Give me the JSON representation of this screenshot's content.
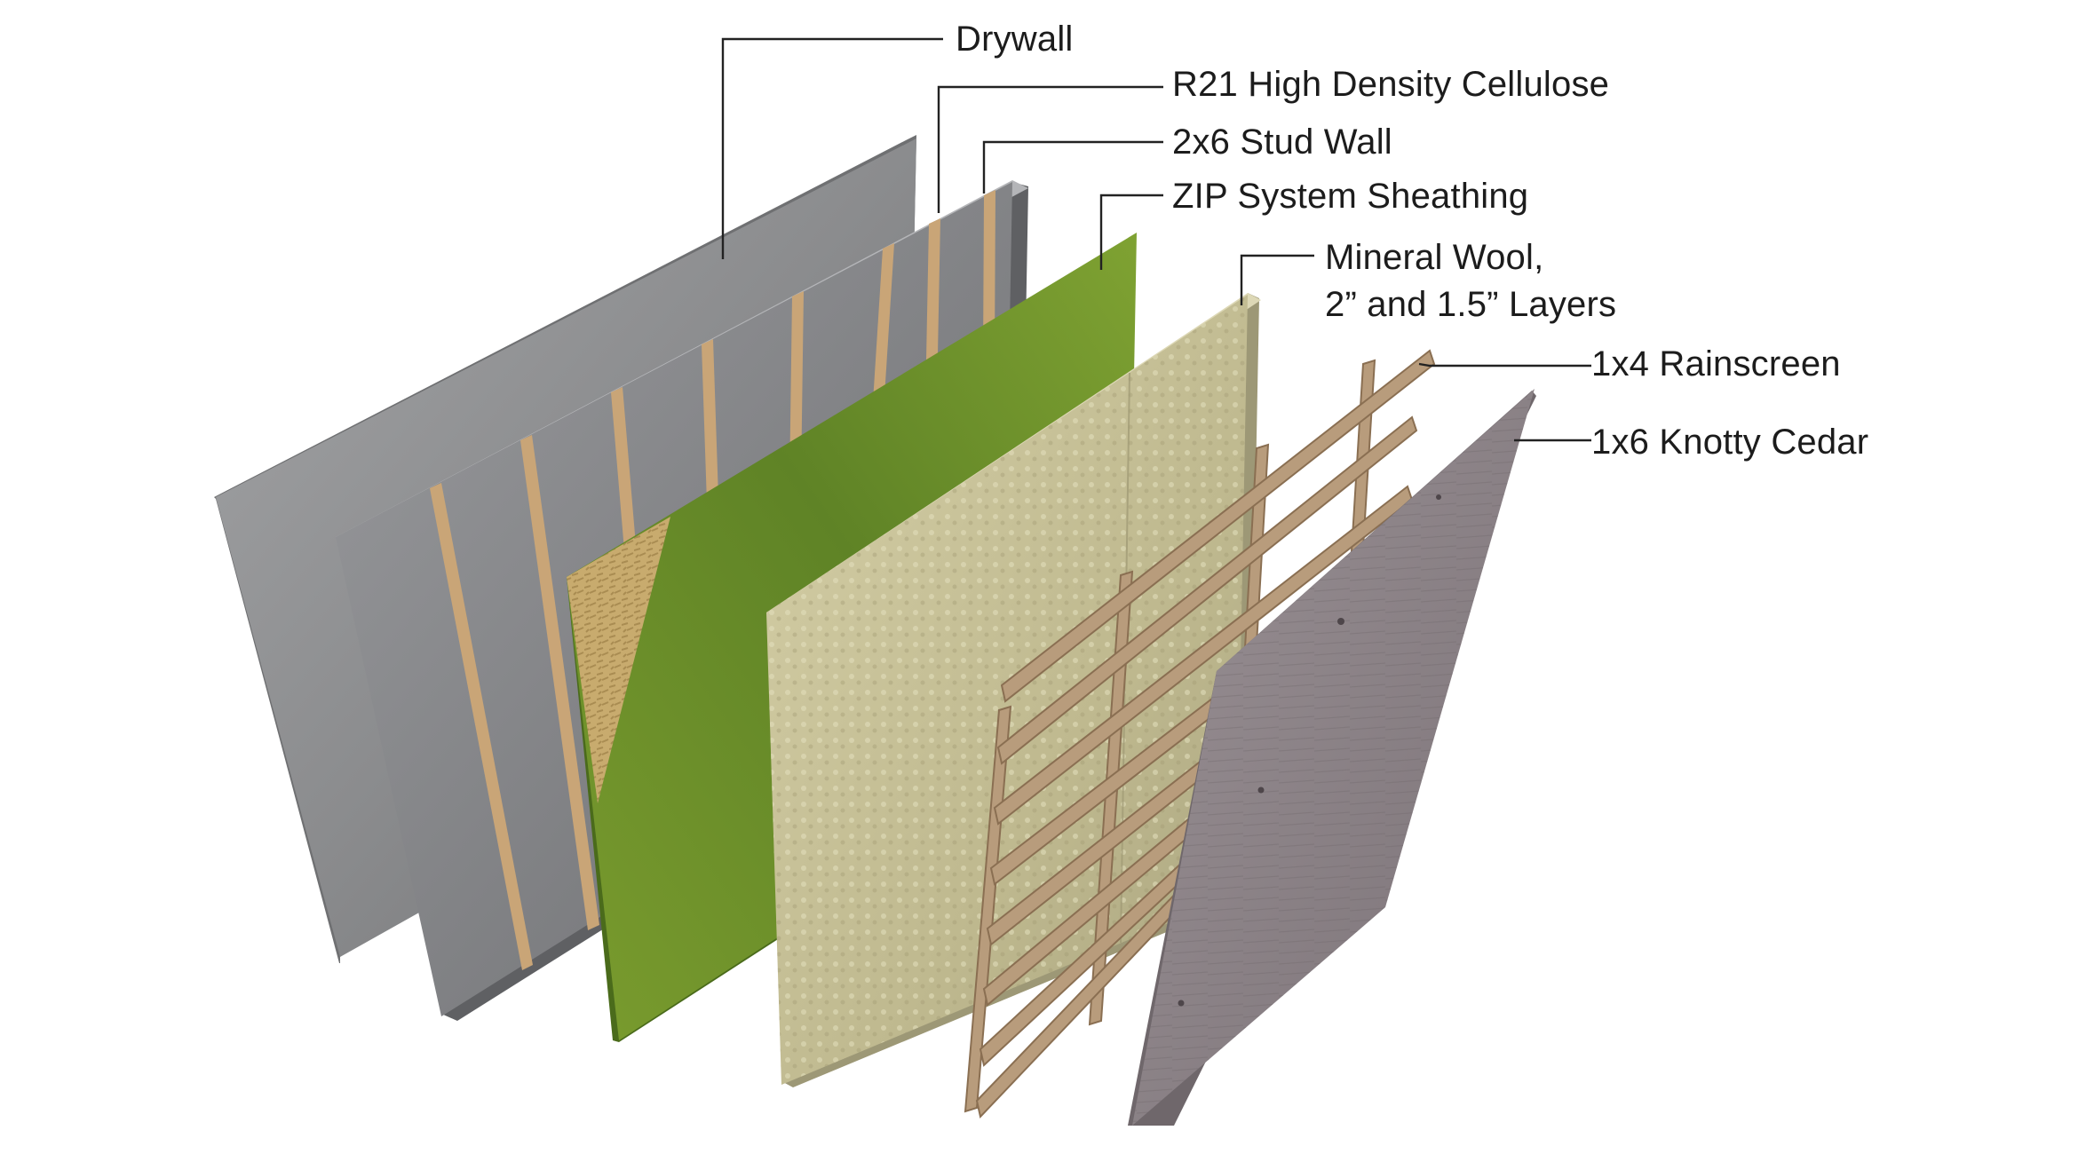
{
  "diagram": {
    "labels": {
      "drywall": "Drywall",
      "cellulose": "R21 High Density Cellulose",
      "stud_wall": "2x6 Stud Wall",
      "zip_sheathing": "ZIP System Sheathing",
      "mineral_wool_line1": "Mineral Wool,",
      "mineral_wool_line2": "2” and 1.5” Layers",
      "rainscreen": "1x4 Rainscreen",
      "cedar": "1x6 Knotty Cedar"
    },
    "colors": {
      "drywall": "#8e8f91",
      "stud_wall": "#7d7f82",
      "stud": "#c9a577",
      "zip_green": "#6a8f2c",
      "osb": "#c8ab6e",
      "mineral_wool": "#c9c39b",
      "rainscreen_wood": "#b89c7c",
      "cedar": "#8d8488"
    }
  }
}
